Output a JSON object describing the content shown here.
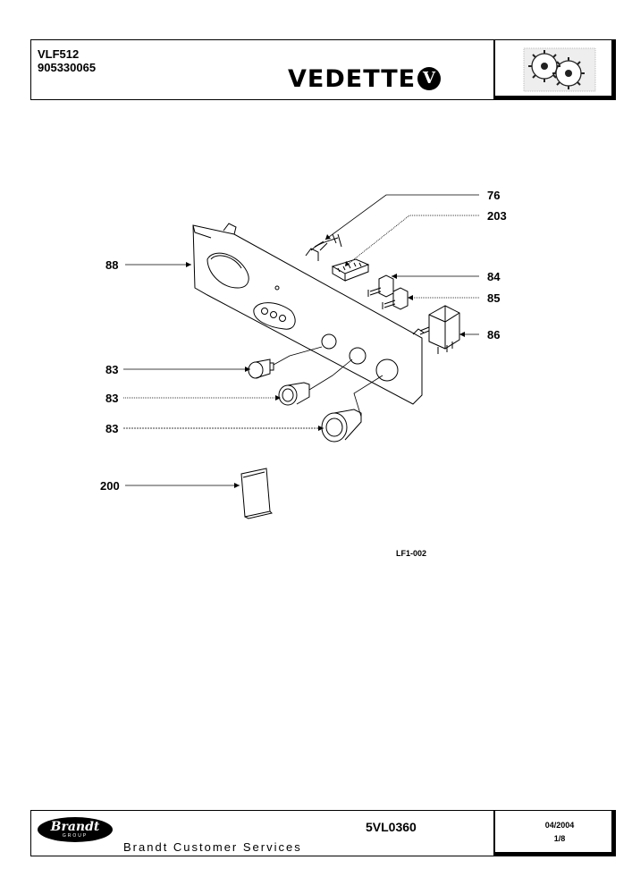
{
  "header": {
    "model": "VLF512",
    "part_number": "905330065",
    "brand": "VEDETTE",
    "brand_badge": "V",
    "logo_icon": "gears-icon"
  },
  "diagram": {
    "reference": "LF1-002",
    "callouts": [
      {
        "id": "76",
        "label": "76"
      },
      {
        "id": "203",
        "label": "203"
      },
      {
        "id": "88",
        "label": "88"
      },
      {
        "id": "84",
        "label": "84"
      },
      {
        "id": "85",
        "label": "85"
      },
      {
        "id": "86",
        "label": "86"
      },
      {
        "id": "83a",
        "label": "83"
      },
      {
        "id": "83b",
        "label": "83"
      },
      {
        "id": "83c",
        "label": "83"
      },
      {
        "id": "200",
        "label": "200"
      }
    ]
  },
  "footer": {
    "logo_name": "Brandt",
    "logo_group": "GROUP",
    "services": "Brandt Customer Services",
    "document_code": "5VL0360",
    "date": "04/2004",
    "page": "1/8"
  }
}
